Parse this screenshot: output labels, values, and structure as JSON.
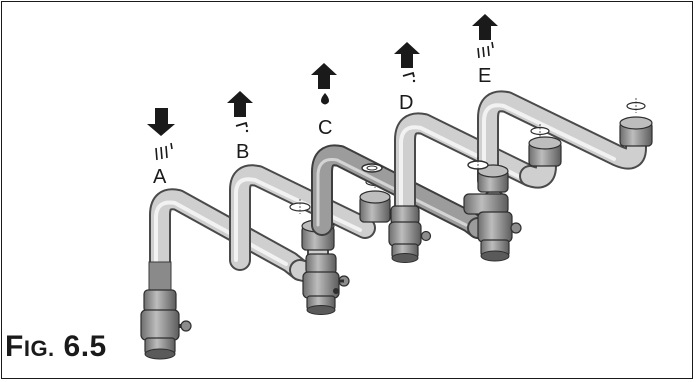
{
  "figure": {
    "caption_prefix_first": "F",
    "caption_prefix_rest": "IG.",
    "caption_number": "6.5"
  },
  "connections": [
    {
      "label": "A",
      "flow_direction": "down",
      "symbol": "heat-waves-icon"
    },
    {
      "label": "B",
      "flow_direction": "up",
      "symbol": "tap-water-icon"
    },
    {
      "label": "C",
      "flow_direction": "up",
      "symbol": "water-drop-icon"
    },
    {
      "label": "D",
      "flow_direction": "up",
      "symbol": "tap-water-icon"
    },
    {
      "label": "E",
      "flow_direction": "up",
      "symbol": "heat-waves-icon"
    }
  ],
  "colors": {
    "pipe": "#cfcfcf",
    "pipe_dark": "#9c9c9c",
    "pipe_edge": "#4a4a4a",
    "fitting": "#9a9a9a",
    "ink": "#1a1a1a"
  }
}
